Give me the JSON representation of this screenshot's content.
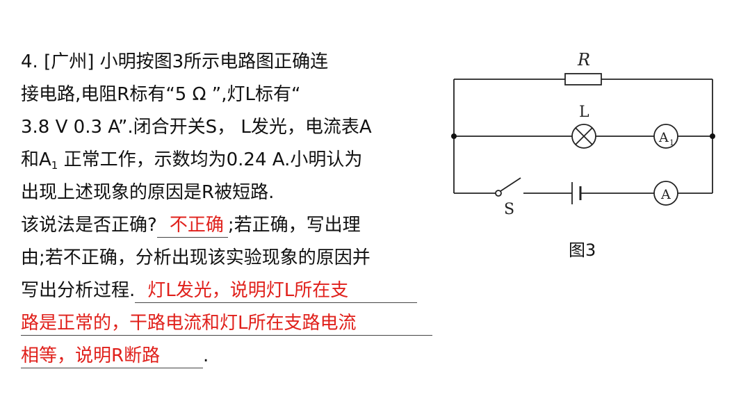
{
  "question": {
    "line1": "4. [广州] 小明按图3所示电路图正确连",
    "line2": "接电路,电阻R标有“5 Ω ”,灯L标有“",
    "line3": "3.8 V 0.3 A”.闭合开关S， L发光，电流表A",
    "line4_pre": "和A",
    "line4_sub": "1",
    "line4_post": "正常工作，示数均为0.24 A.小明认为",
    "line5": "出现上述现象的原因是R被短路.",
    "line6_pre": "该说法是否正确?",
    "line6_answer": "不正确",
    "line6_post": ";若正确，写出理",
    "line7": "由;若不正确，分析出现该实验现象的原因并",
    "line8_pre": "写出分析过程.",
    "answer_line1": "灯L发光，说明灯L所在支",
    "answer_line2": "路是正常的，干路电流和灯L所在支路电流",
    "answer_line3": "相等，说明R断路",
    "line10_end": "."
  },
  "figure": {
    "label_R": "R",
    "label_L": "L",
    "label_S": "S",
    "ammeter_A1": "A",
    "ammeter_A1_sub": "1",
    "ammeter_A": "A",
    "caption": "图3"
  },
  "colors": {
    "answer": "#e0201b",
    "text": "#111111"
  }
}
